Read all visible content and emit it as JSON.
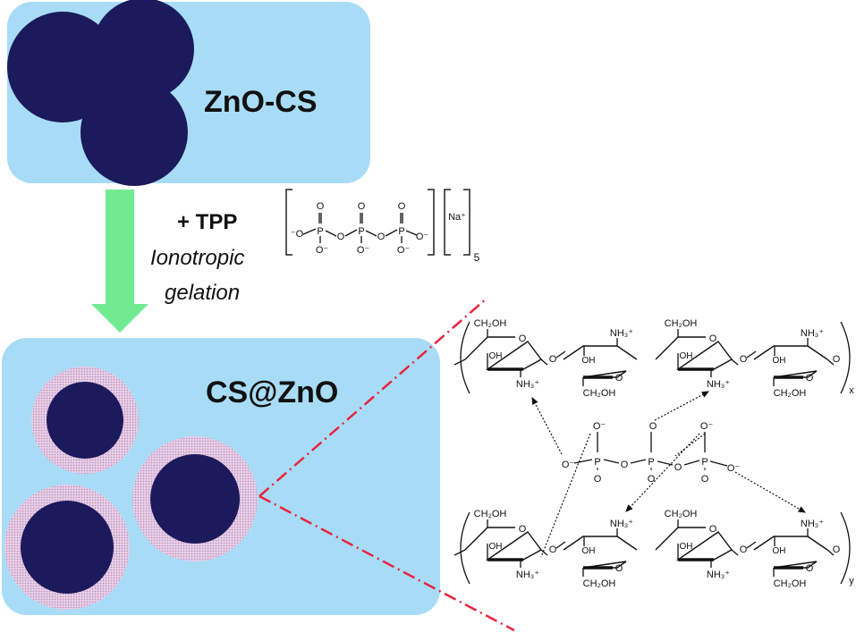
{
  "top_panel": {
    "label": "ZnO-CS"
  },
  "bottom_panel": {
    "label": "CS@ZnO"
  },
  "step": {
    "reagent": "+ TPP",
    "method_line1": "Ionotropic",
    "method_line2": "gelation"
  },
  "tpp_formula": {
    "o": "O",
    "o_minus": "O⁻",
    "minus_o": "⁻O",
    "p": "P",
    "na": "Na⁺",
    "subscript": "5"
  },
  "chitosan": {
    "ch2oh": "CH₂OH",
    "oh": "OH",
    "nh3": "NH₃⁺",
    "o": "O",
    "o_minus": "O⁻",
    "p": "P",
    "x": "x",
    "y": "y"
  },
  "colors": {
    "panel": "#a8dcf6",
    "core": "#1b1a5c",
    "shell": "#e3c2df",
    "arrow": "#72ea92",
    "zoom_line": "#e8243c"
  }
}
